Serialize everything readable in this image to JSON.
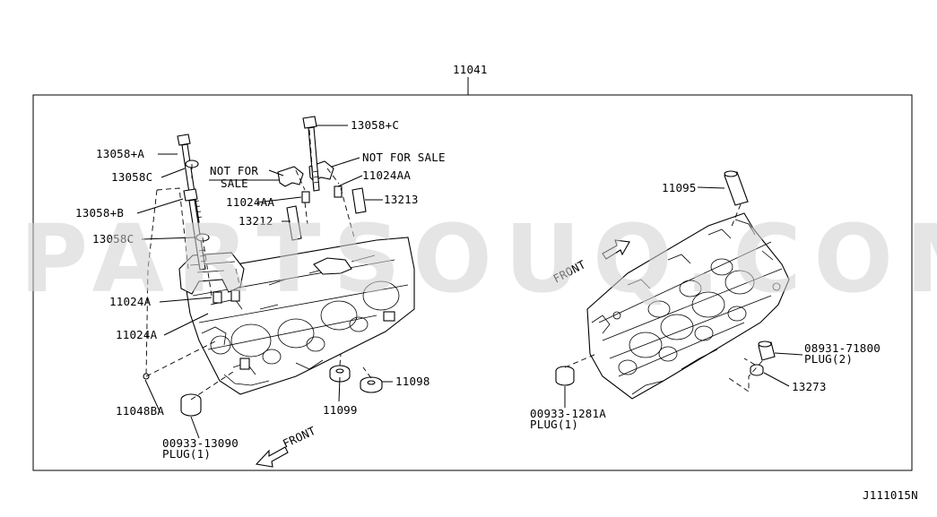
{
  "diagram": {
    "assembly_number": "11041",
    "drawing_code": "J111015N",
    "watermark": "PARTSOUQ.COM",
    "colors": {
      "line": "#000000",
      "background": "#ffffff",
      "watermark": "#cfcfcf"
    },
    "labels": {
      "p13058_a": "13058+A",
      "p13058_b": "13058+B",
      "p13058_c": "13058+C",
      "p13058c_upper": "13058C",
      "p13058c_lower": "13058C",
      "nfs_left_1": "NOT FOR",
      "nfs_left_2": "SALE",
      "nfs_right": "NOT FOR SALE",
      "p11024aa_right": "11024AA",
      "p11024aa_left": "11024AA",
      "p13213": "13213",
      "p13212": "13212",
      "p11024a_upper": "11024A",
      "p11024a_lower": "11024A",
      "p11048ba": "11048BA",
      "p11099": "11099",
      "p11098": "11098",
      "p00933_13090": "00933-13090",
      "plug_left": "PLUG(1)",
      "front_left": "FRONT",
      "p11095": "11095",
      "front_right": "FRONT",
      "p08931_71800": "08931-71800",
      "plug_2": "PLUG(2)",
      "p13273": "13273",
      "p00933_1281a": "00933-1281A",
      "plug_right": "PLUG(1)"
    }
  }
}
